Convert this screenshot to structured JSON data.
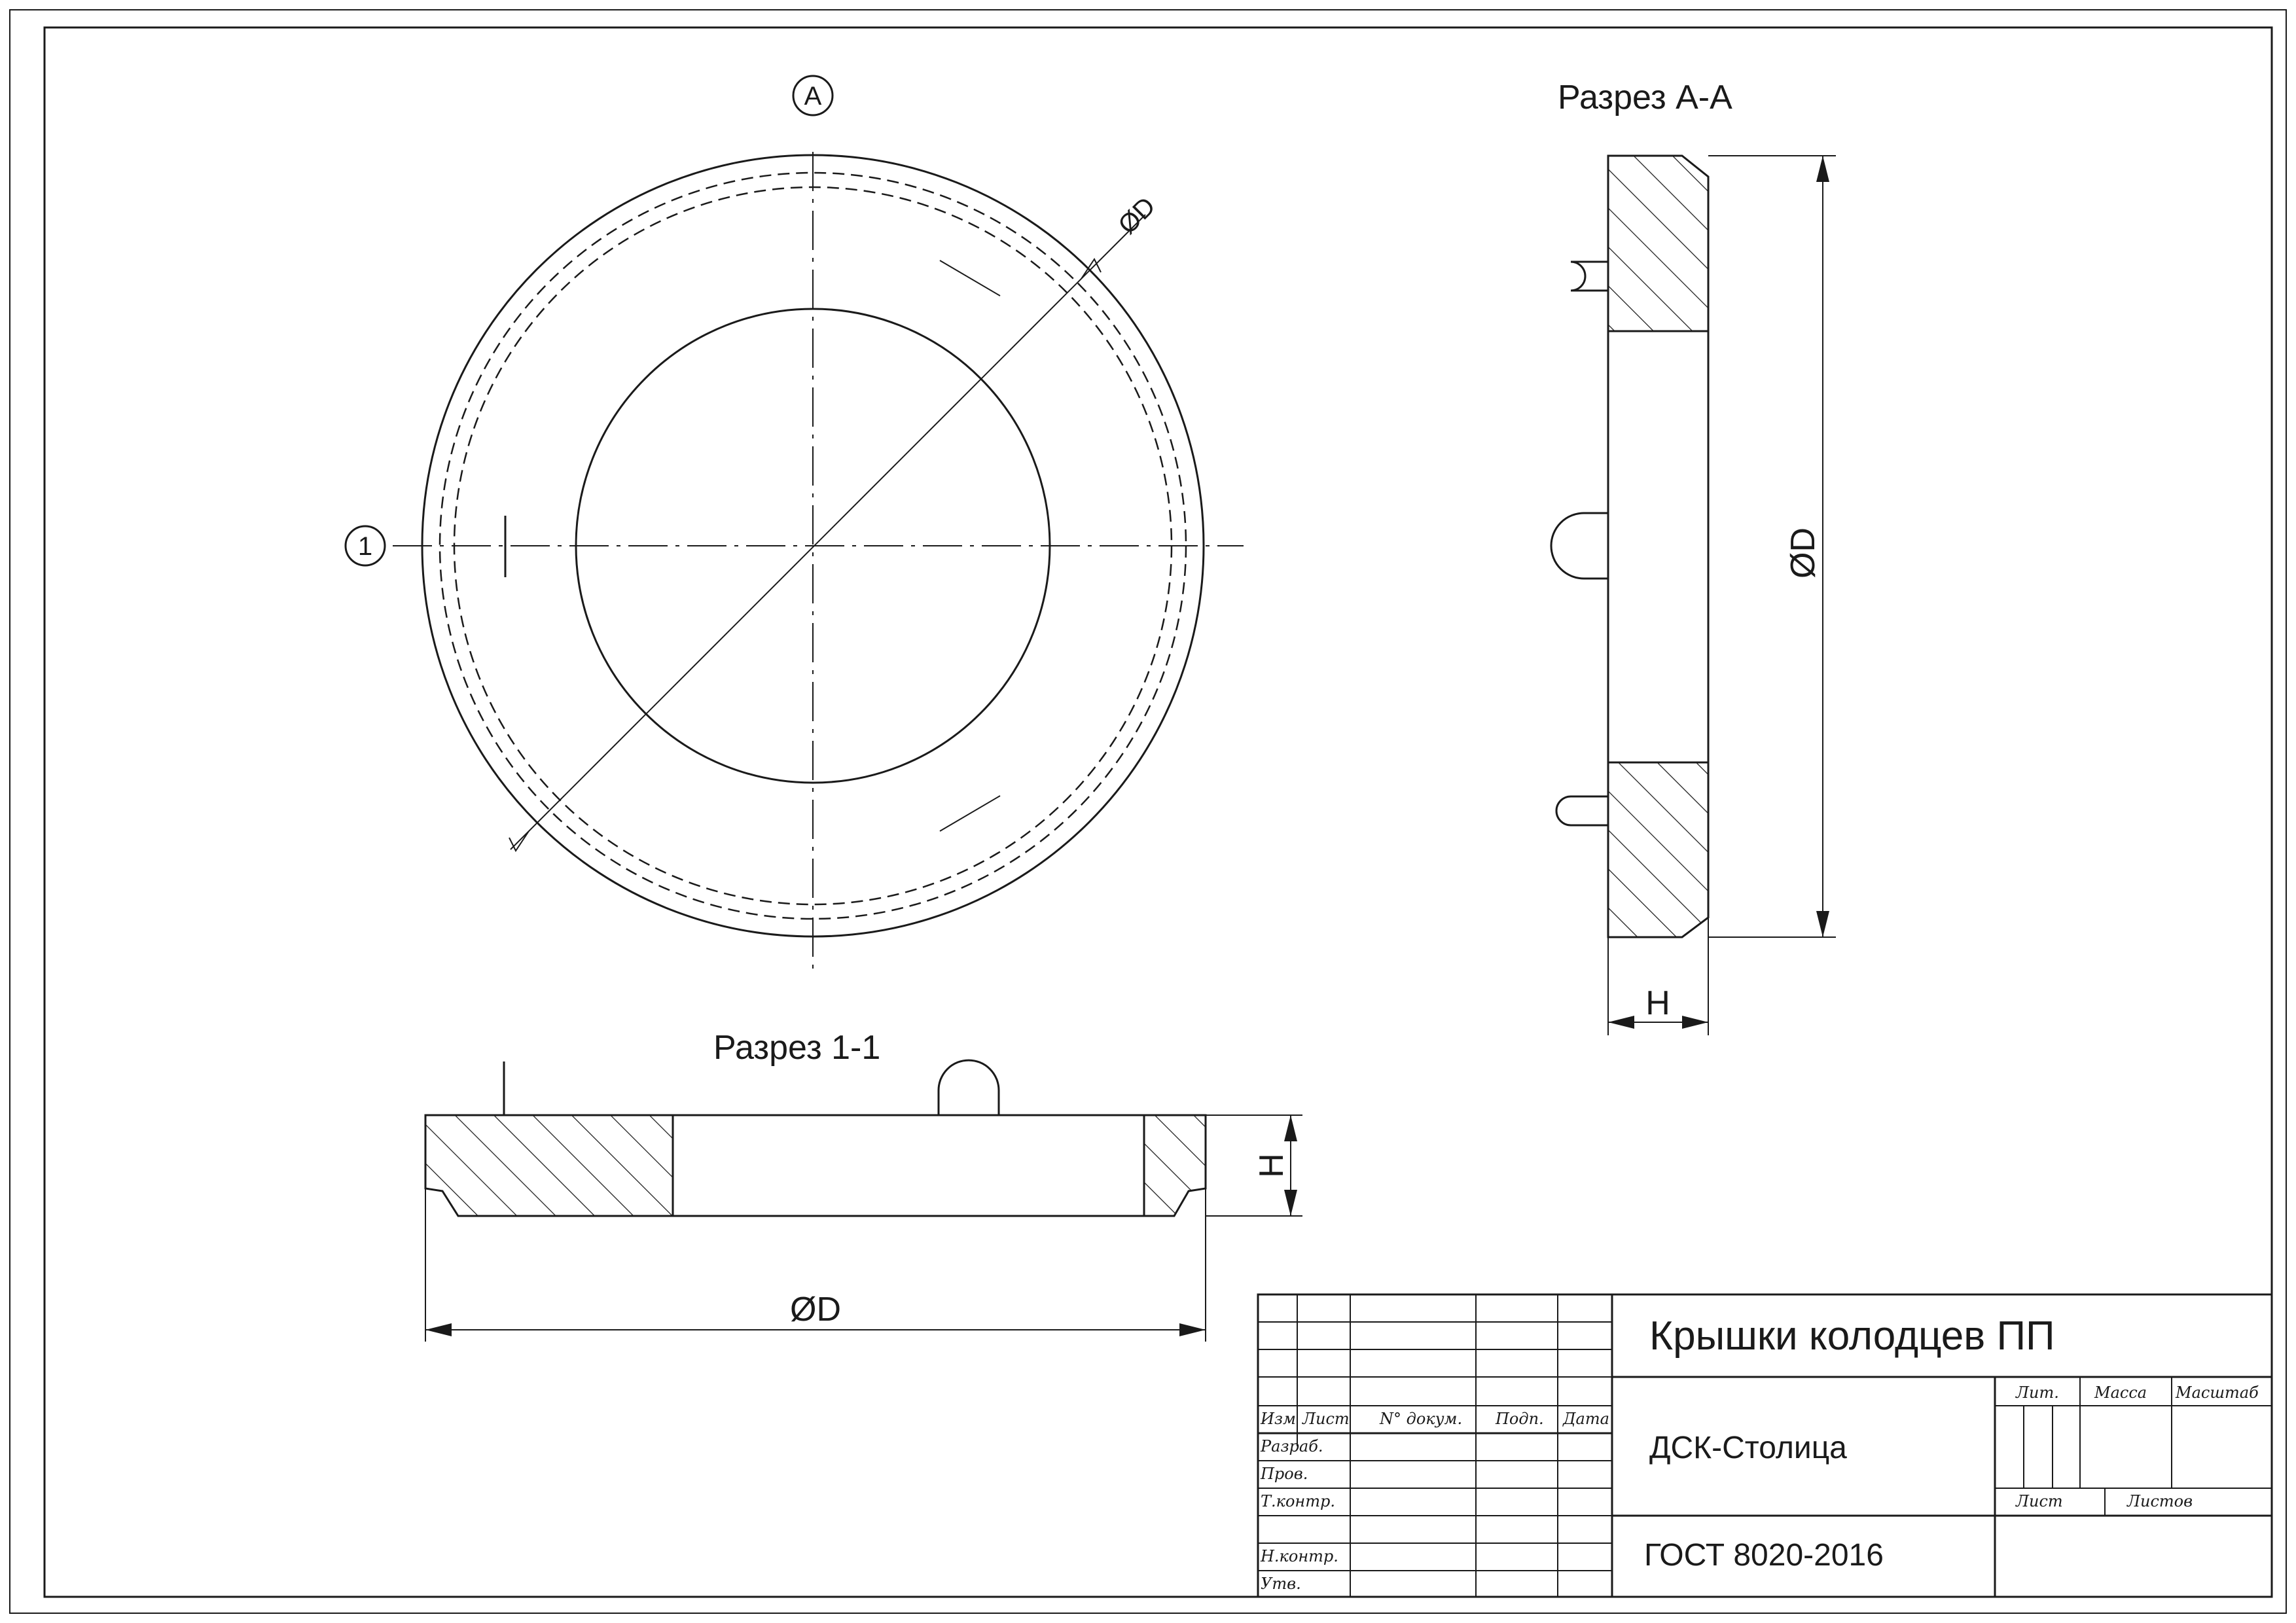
{
  "views": {
    "section_aa_title": "Разрез А-А",
    "section_11_title": "Разрез 1-1",
    "cut_mark_a": "А",
    "cut_mark_1": "1",
    "dim_diameter": "ØD",
    "dim_height": "H"
  },
  "title_block": {
    "product_name": "Крышки колодцев ПП",
    "company": "ДСК-Столица",
    "standard": "ГОСТ 8020-2016",
    "col_izm": "Изм",
    "col_list": "Лист",
    "col_doc": "N° докум.",
    "col_sign": "Подп.",
    "col_date": "Дата",
    "row_razrab": "Разраб.",
    "row_prov": "Пров.",
    "row_tkontr": "Т.контр.",
    "row_nkontr": "Н.контр.",
    "row_utv": "Утв.",
    "lit": "Лит.",
    "mass": "Масса",
    "scale": "Масштаб",
    "sheet": "Лист",
    "sheets": "Листов"
  }
}
